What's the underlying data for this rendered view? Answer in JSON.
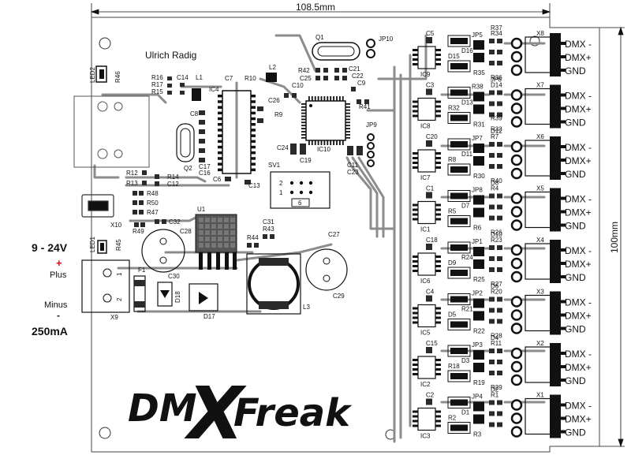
{
  "dimensions": {
    "width_label": "108.5mm",
    "height_label": "100mm"
  },
  "board": {
    "author": "Ulrich Radig",
    "logo_text_left": "DM",
    "logo_text_x": "X",
    "logo_text_right": "Freak"
  },
  "power": {
    "voltage": "9 - 24V",
    "plus_sign": "+",
    "plus_label": "Plus",
    "minus_label": "Minus",
    "minus_sign": "-",
    "current": "250mA"
  },
  "connector_pins": [
    "DMX -",
    "DMX+",
    "GND"
  ],
  "connectors": [
    "X8",
    "X7",
    "X6",
    "X5",
    "X4",
    "X3",
    "X2",
    "X1"
  ],
  "ics_right": [
    "IC9",
    "IC8",
    "IC7",
    "IC1",
    "IC6",
    "IC5",
    "IC2",
    "IC3"
  ],
  "designators": {
    "q1": "Q1",
    "jp10": "JP10",
    "l2": "L2",
    "c21": "C21",
    "c22": "C22",
    "r42": "R42",
    "c25": "C25",
    "c10": "C10",
    "c9": "C9",
    "r41": "R41",
    "c26": "C26",
    "ic10": "IC10",
    "c24": "C24",
    "c19": "C19",
    "jp9": "JP9",
    "c11": "C11",
    "c23": "C23",
    "sv1": "SV1",
    "sv1_2": "2",
    "sv1_1": "1",
    "sv1_6": "6",
    "c7": "C7",
    "r10": "R10",
    "ic4": "IC4",
    "r9": "R9",
    "c8": "C8",
    "q2": "Q2",
    "c6": "C6",
    "c13": "C13",
    "r16": "R16",
    "r17": "R17",
    "r15": "R15",
    "c14": "C14",
    "l1": "L1",
    "c17": "C17",
    "c16": "C16",
    "led2": "LED2",
    "r46": "R46",
    "r12": "R12",
    "r13": "R13",
    "r14": "R14",
    "c12": "C12",
    "r48": "R48",
    "r50": "R50",
    "r47": "R47",
    "c32": "C32",
    "x10": "X10",
    "r49": "R49",
    "u1": "U1",
    "c28": "C28",
    "c31": "C31",
    "r43": "R43",
    "r44": "R44",
    "c27": "C27",
    "led1": "LED1",
    "r45": "R45",
    "f1": "F1",
    "c30": "C30",
    "d18": "D18",
    "d17": "D17",
    "l3": "L3",
    "c29": "C29",
    "x9": "X9",
    "x9_1": "1",
    "x9_2": "2",
    "c5": "C5",
    "jp5": "JP5",
    "r34": "R34",
    "r37": "R37",
    "d16": "D16",
    "d15": "D15",
    "r35": "R35",
    "r36": "R36",
    "c3": "C3",
    "r38": "R38",
    "d14": "D14",
    "jp6": "JP6",
    "d13": "D13",
    "r32": "R32",
    "r31": "R31",
    "r33": "R33",
    "r39": "R39",
    "c20": "C20",
    "jp7": "JP7",
    "r7": "R7",
    "d12": "D12",
    "d11": "D11",
    "r8": "R8",
    "r30": "R30",
    "r40": "R40",
    "c1": "C1",
    "jp8": "JP8",
    "r4": "R4",
    "d8": "D8",
    "d7": "D7",
    "r5": "R5",
    "r6": "R6",
    "r26": "R26",
    "c18": "C18",
    "jp1": "JP1",
    "r23": "R23",
    "d10": "D10",
    "r24": "R24",
    "d9": "D9",
    "r25": "R25",
    "r27": "R27",
    "c4": "C4",
    "jp2": "JP2",
    "r20": "R20",
    "d6": "D6",
    "r21": "R21",
    "d5": "D5",
    "r22": "R22",
    "r28": "R28",
    "c15": "C15",
    "jp3": "JP3",
    "r11": "R11",
    "d4": "D4",
    "d3": "D3",
    "r18": "R18",
    "r19": "R19",
    "r29": "R29",
    "c2": "C2",
    "jp4": "JP4",
    "r1": "R1",
    "d2": "D2",
    "d1": "D1",
    "r2": "R2",
    "r3": "R3"
  },
  "colors": {
    "ink": "#111111",
    "trace": "#8c8c8c",
    "pad": "#2a2a2a",
    "copper": "#9a9a9a",
    "paper": "#ffffff",
    "accent_red": "#e0001a"
  }
}
